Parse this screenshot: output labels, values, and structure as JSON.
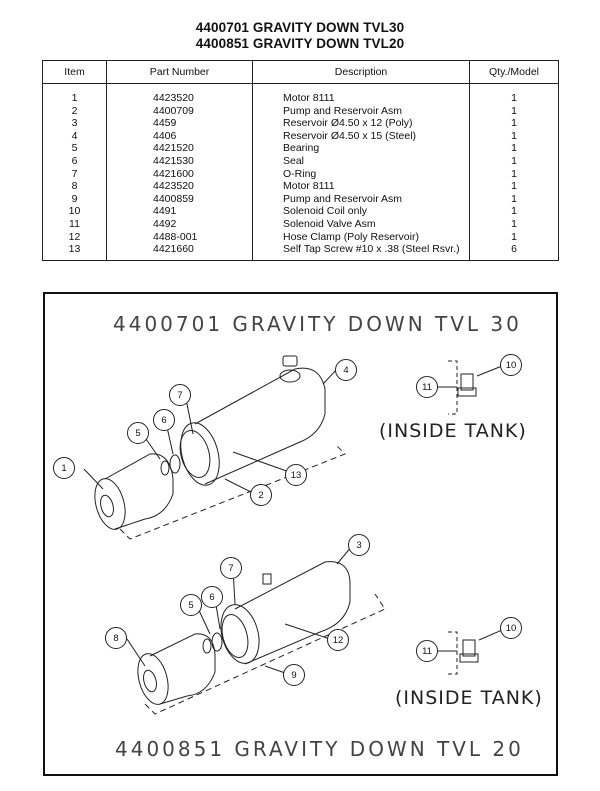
{
  "titles": {
    "line1": "4400701 GRAVITY DOWN TVL30",
    "line2": "4400851 GRAVITY DOWN TVL20"
  },
  "table": {
    "headers": {
      "item": "Item",
      "part": "Part Number",
      "desc": "Description",
      "qty": "Qty./Model"
    },
    "rows": [
      {
        "item": "1",
        "part": "4423520",
        "desc": "Motor 8111",
        "qty": "1"
      },
      {
        "item": "2",
        "part": "4400709",
        "desc": "Pump and Reservoir Asm",
        "qty": "1"
      },
      {
        "item": "3",
        "part": "4459",
        "desc": "Reservoir Ø4.50 x 12 (Poly)",
        "qty": "1"
      },
      {
        "item": "4",
        "part": "4406",
        "desc": "Reservoir Ø4.50 x 15 (Steel)",
        "qty": "1"
      },
      {
        "item": "5",
        "part": "4421520",
        "desc": "Bearing",
        "qty": "1"
      },
      {
        "item": "6",
        "part": "4421530",
        "desc": "Seal",
        "qty": "1"
      },
      {
        "item": "7",
        "part": "4421600",
        "desc": "O-Ring",
        "qty": "1"
      },
      {
        "item": "8",
        "part": "4423520",
        "desc": "Motor 8111",
        "qty": "1"
      },
      {
        "item": "9",
        "part": "4400859",
        "desc": "Pump and Reservoir Asm",
        "qty": "1"
      },
      {
        "item": "10",
        "part": "4491",
        "desc": "Solenoid Coil only",
        "qty": "1"
      },
      {
        "item": "11",
        "part": "4492",
        "desc": "Solenoid Valve Asm",
        "qty": "1"
      },
      {
        "item": "12",
        "part": "4488-001",
        "desc": "Hose Clamp (Poly Reservoir)",
        "qty": "1"
      },
      {
        "item": "13",
        "part": "4421660",
        "desc": "Self Tap Screw #10 x .38 (Steel Rsvr.)",
        "qty": "6"
      }
    ]
  },
  "drawing": {
    "top_label": "4400701 GRAVITY DOWN TVL 30",
    "bottom_label": "4400851 GRAVITY DOWN TVL 20",
    "inside_tank_1": "(INSIDE TANK)",
    "inside_tank_2": "(INSIDE TANK)",
    "callouts": {
      "c1": "1",
      "c2": "2",
      "c3": "3",
      "c4": "4",
      "c5a": "5",
      "c5b": "5",
      "c6a": "6",
      "c6b": "6",
      "c7a": "7",
      "c7b": "7",
      "c8": "8",
      "c9": "9",
      "c10a": "10",
      "c10b": "10",
      "c11a": "11",
      "c11b": "11",
      "c12": "12",
      "c13": "13"
    }
  }
}
